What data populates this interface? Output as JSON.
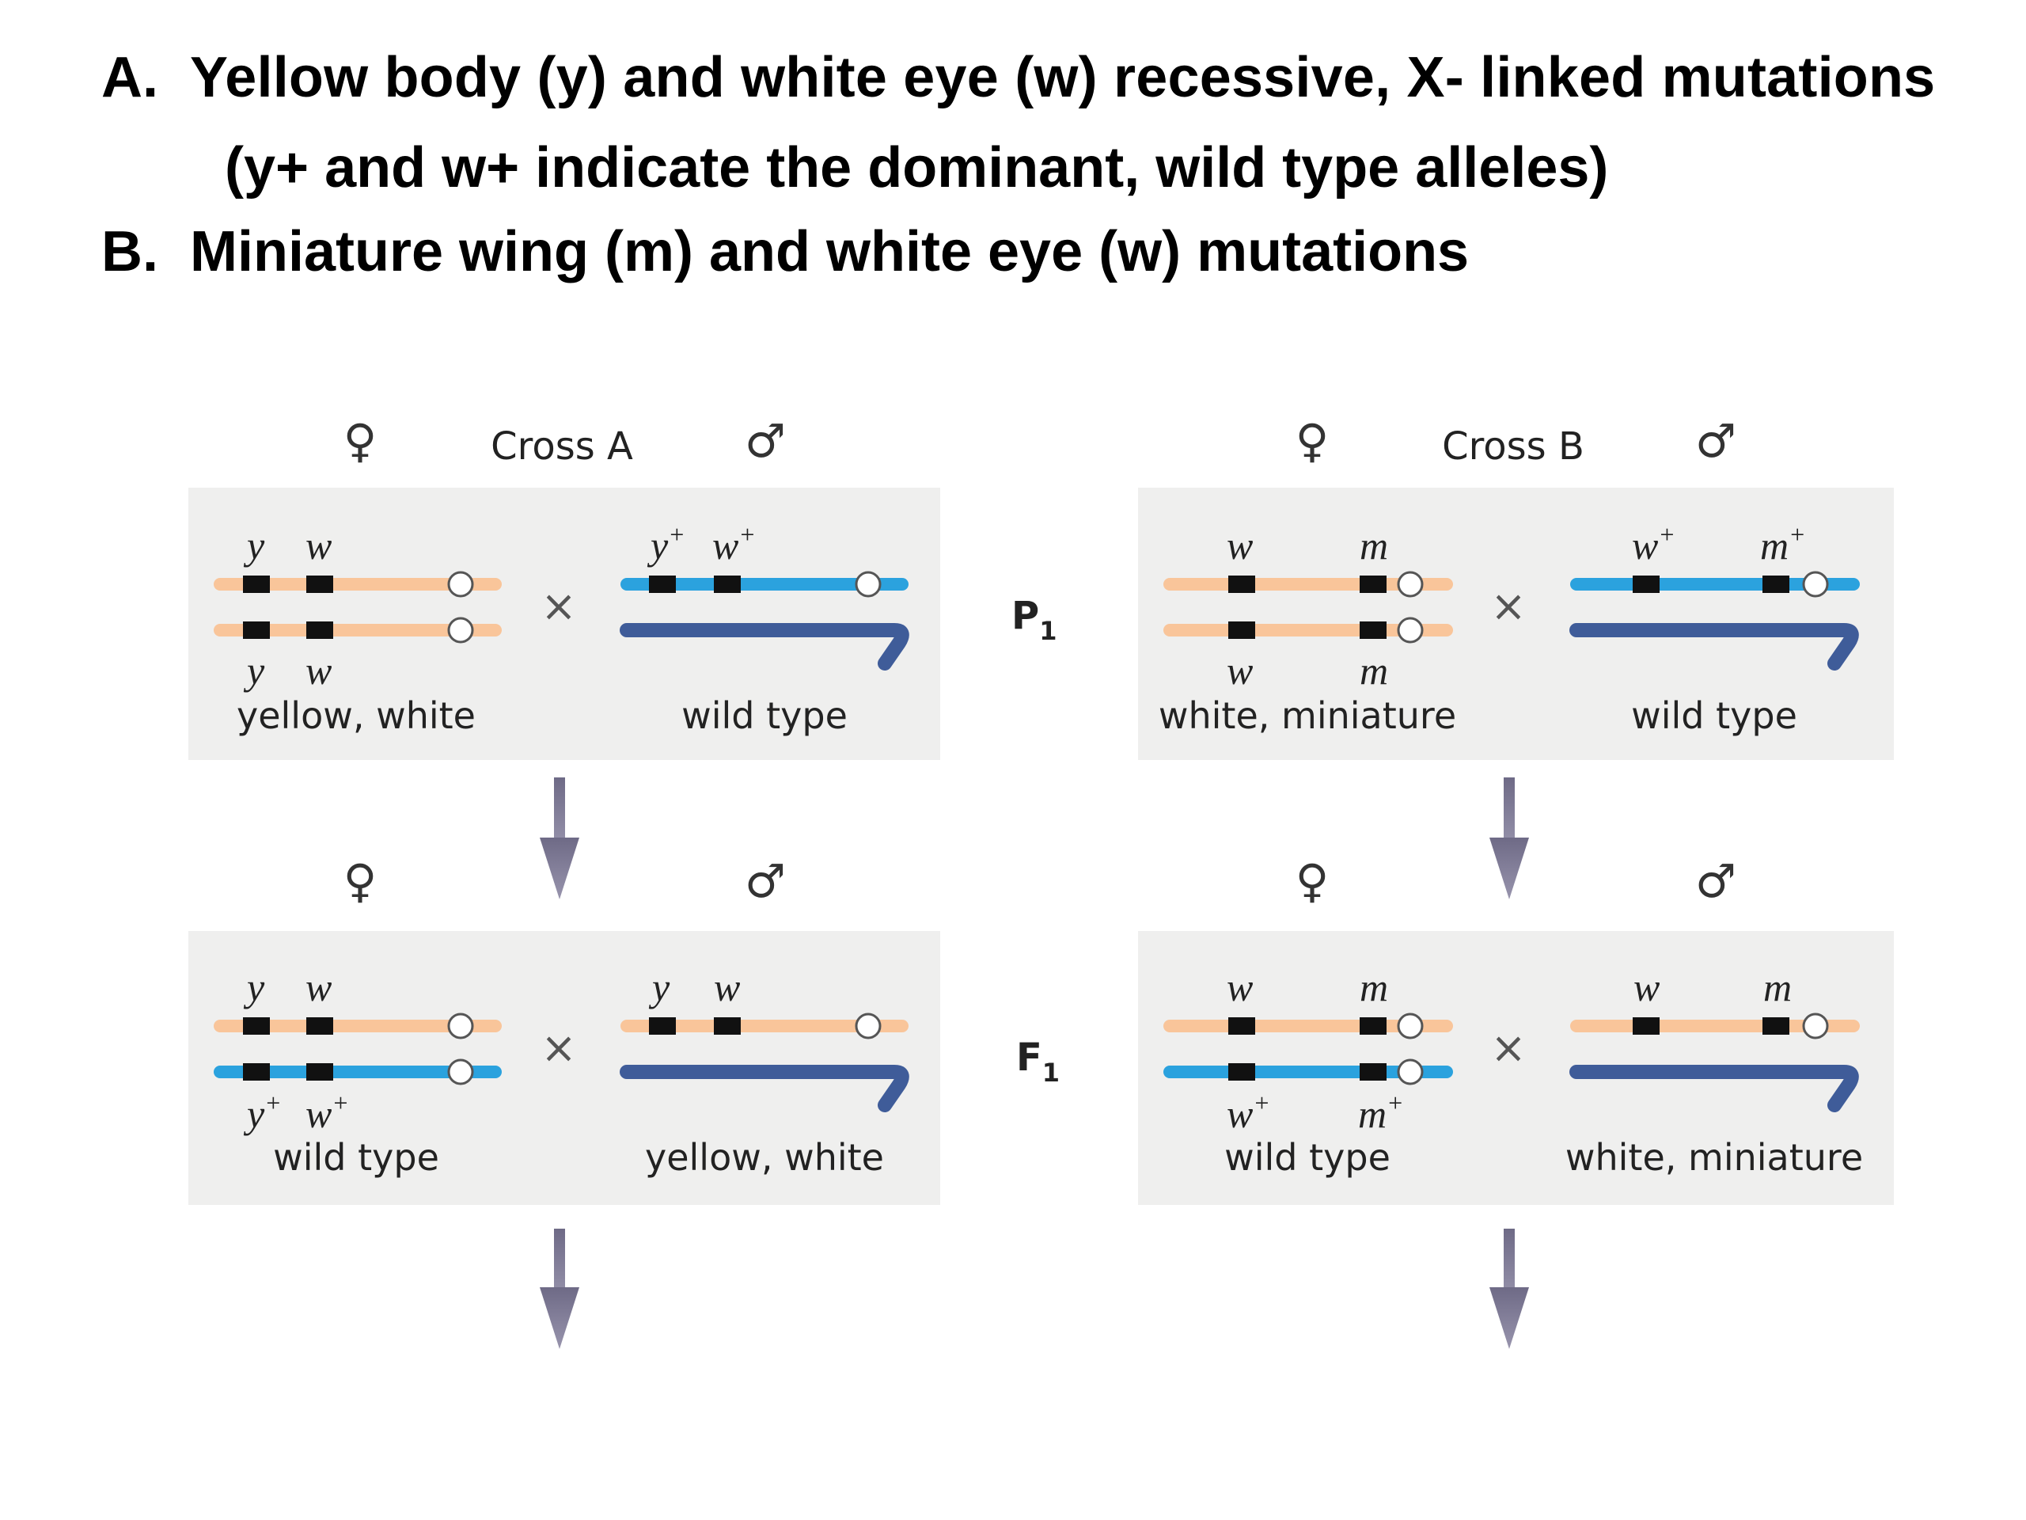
{
  "header": {
    "line_a_marker": "A.",
    "line_a": "Yellow body (y) and white eye (w)  recessive, X- linked mutations",
    "line_a2": "(y+ and w+ indicate the dominant, wild type alleles)",
    "line_b_marker": "B.",
    "line_b": "Miniature wing (m) and white eye (w) mutations"
  },
  "symbols": {
    "female": "♀",
    "male": "♂",
    "cross": "×"
  },
  "colors": {
    "mutant_chrom": "#f9c59a",
    "wild_chrom": "#2ba2de",
    "y_chrom": "#3f5c99",
    "panel": "#efefee",
    "arrow": "#7f7b96"
  },
  "generations": {
    "p1": "P",
    "p1_sub": "1",
    "f1": "F",
    "f1_sub": "1"
  },
  "cross_a": {
    "title": "Cross A",
    "p1": {
      "female": {
        "top_alleles": [
          "y",
          "w"
        ],
        "bottom_alleles": [
          "y",
          "w"
        ],
        "phenotype": "yellow, white"
      },
      "male": {
        "alleles": [
          "y",
          "w"
        ],
        "phenotype": "wild type"
      }
    },
    "f1": {
      "female": {
        "top_alleles": [
          "y",
          "w"
        ],
        "bottom_alleles": [
          "y",
          "w"
        ],
        "phenotype": "wild type"
      },
      "male": {
        "alleles": [
          "y",
          "w"
        ],
        "phenotype": "yellow, white"
      }
    }
  },
  "cross_b": {
    "title": "Cross B",
    "p1": {
      "female": {
        "top_alleles": [
          "w",
          "m"
        ],
        "bottom_alleles": [
          "w",
          "m"
        ],
        "phenotype": "white, miniature"
      },
      "male": {
        "alleles": [
          "w",
          "m"
        ],
        "phenotype": "wild type"
      }
    },
    "f1": {
      "female": {
        "top_alleles": [
          "w",
          "m"
        ],
        "bottom_alleles": [
          "w",
          "m"
        ],
        "phenotype": "wild type"
      },
      "male": {
        "alleles": [
          "w",
          "m"
        ],
        "phenotype": "white, miniature"
      }
    }
  },
  "superscript": "+"
}
